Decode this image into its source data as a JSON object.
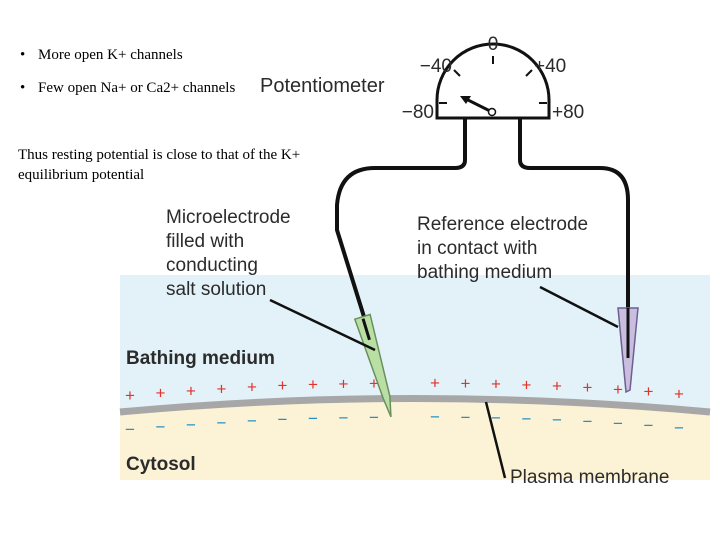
{
  "bullets": [
    "More open K+ channels",
    "Few open Na+ or Ca2+ channels"
  ],
  "summary": "Thus resting potential is close to that of the K+ equilibrium potential",
  "diagram": {
    "potentiometer_label": "Potentiometer",
    "dial": {
      "zero": "0",
      "minus40": "−40",
      "plus40": "+40",
      "minus80": "−80",
      "plus80": "+80"
    },
    "microelectrode_label": [
      "Microelectrode",
      "filled with",
      "conducting",
      "salt solution"
    ],
    "reference_label": [
      "Reference electrode",
      "in contact with",
      "bathing medium"
    ],
    "bathing_medium_label": "Bathing medium",
    "cytosol_label": "Cytosol",
    "membrane_label": "Plasma membrane",
    "plus_sign": "+",
    "minus_sign": "−"
  },
  "colors": {
    "bath": "#e3f2f9",
    "cytosol": "#fcf3d6",
    "membrane": "#a7a7a7",
    "charge": "#e2332a",
    "minus_charge": "#1f8fc4",
    "microelectrode": "#b9dfa4",
    "reference_electrode": "#c9bde0",
    "text": "#2b2b2b"
  }
}
